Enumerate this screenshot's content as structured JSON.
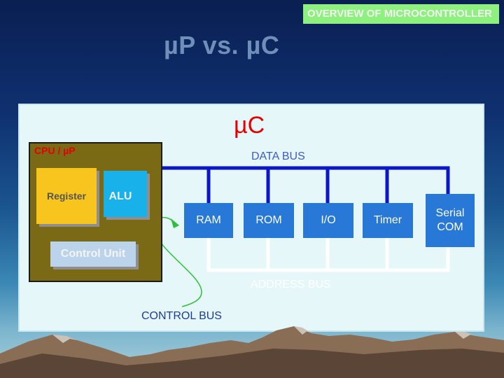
{
  "header": {
    "tag": "OVERVIEW OF MICROCONTROLLER",
    "title": "µP vs. µC"
  },
  "diagram": {
    "panel_title": "µC",
    "cpu_label": "CPU / µP",
    "cpu_blocks": {
      "register": "Register",
      "alu": "ALU",
      "control_unit": "Control Unit"
    },
    "peripherals": {
      "ram": "RAM",
      "rom": "ROM",
      "io": "I/O",
      "timer": "Timer",
      "serial": "Serial COM"
    },
    "buses": {
      "data": "DATA BUS",
      "address": "ADDRESS BUS",
      "control": "CONTROL BUS"
    }
  },
  "colors": {
    "tag_bg": "#8ef07e",
    "title": "#6f8fb8",
    "panel_bg": "#e6f7f9",
    "cpu_bg": "#7a6a16",
    "register": "#f7c51e",
    "alu": "#19b1ea",
    "control_unit": "#bcd3ec",
    "peripheral": "#2878d8",
    "data_bus": "#0b16c8",
    "address_bus": "#ffffff",
    "control_bus": "#2fbf3a",
    "accent_red": "#e60000"
  },
  "icons": [
    "mountain-silhouette",
    "control-bus-arrow"
  ]
}
